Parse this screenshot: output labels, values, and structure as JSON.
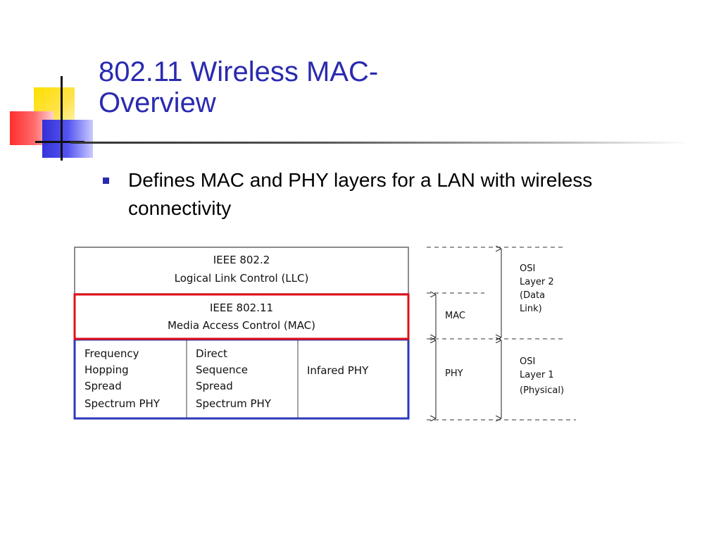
{
  "title": {
    "line1": "802.11 Wireless MAC-",
    "line2": "Overview"
  },
  "bullets": [
    "Defines MAC and PHY layers for a LAN with wireless connectivity"
  ],
  "diagram": {
    "llc": {
      "line1": "IEEE 802.2",
      "line2": "Logical Link Control (LLC)"
    },
    "mac": {
      "line1": "IEEE 802.11",
      "line2": "Media Access Control (MAC)"
    },
    "phy": [
      [
        "Frequency",
        "Hopping",
        "Spread",
        "Spectrum PHY"
      ],
      [
        "Direct",
        "Sequence",
        "Spread",
        "Spectrum PHY"
      ],
      [
        "Infared PHY"
      ]
    ],
    "side_labels": {
      "mac": "MAC",
      "phy": "PHY",
      "layer2": [
        "OSI",
        "Layer 2",
        "(Data",
        "Link)"
      ],
      "layer1": [
        "OSI",
        "Layer 1",
        "(Physical)"
      ]
    },
    "colors": {
      "mac_border": "#e0101a",
      "phy_border": "#2a3ab8",
      "box_border": "#666666"
    }
  }
}
